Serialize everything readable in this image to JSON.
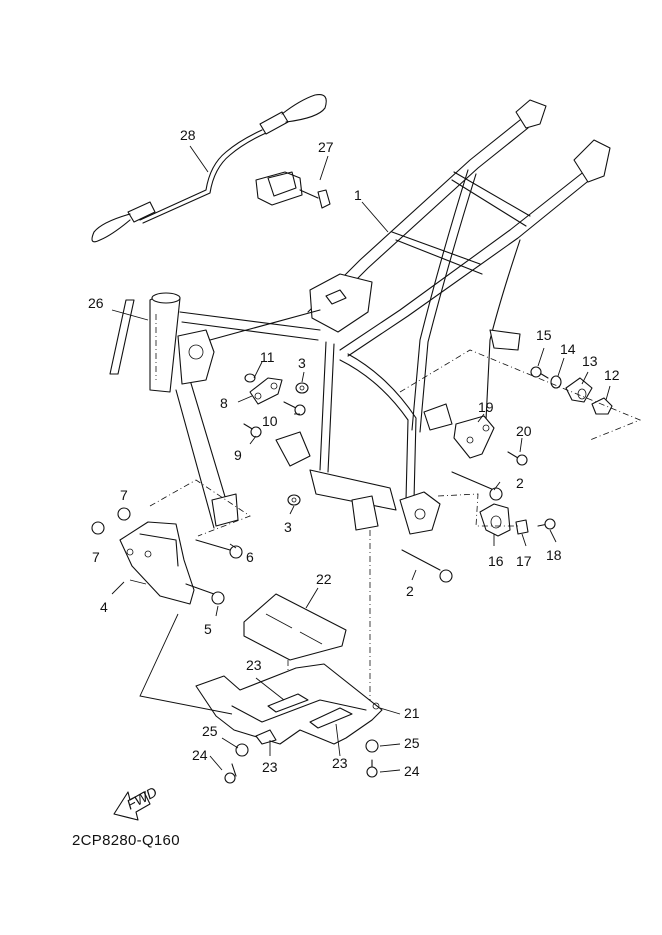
{
  "diagram": {
    "title": "Frame exploded parts view",
    "part_code": "2CP8280-Q160",
    "fwd_label": "FWD",
    "callouts": [
      {
        "id": "c1",
        "text": "1"
      },
      {
        "id": "c2a",
        "text": "2"
      },
      {
        "id": "c2b",
        "text": "2"
      },
      {
        "id": "c3a",
        "text": "3"
      },
      {
        "id": "c3b",
        "text": "3"
      },
      {
        "id": "c4",
        "text": "4"
      },
      {
        "id": "c5",
        "text": "5"
      },
      {
        "id": "c6",
        "text": "6"
      },
      {
        "id": "c7a",
        "text": "7"
      },
      {
        "id": "c7b",
        "text": "7"
      },
      {
        "id": "c8",
        "text": "8"
      },
      {
        "id": "c9",
        "text": "9"
      },
      {
        "id": "c10",
        "text": "10"
      },
      {
        "id": "c11",
        "text": "11"
      },
      {
        "id": "c12",
        "text": "12"
      },
      {
        "id": "c13",
        "text": "13"
      },
      {
        "id": "c14",
        "text": "14"
      },
      {
        "id": "c15",
        "text": "15"
      },
      {
        "id": "c16",
        "text": "16"
      },
      {
        "id": "c17",
        "text": "17"
      },
      {
        "id": "c18",
        "text": "18"
      },
      {
        "id": "c19",
        "text": "19"
      },
      {
        "id": "c20",
        "text": "20"
      },
      {
        "id": "c21",
        "text": "21"
      },
      {
        "id": "c22",
        "text": "22"
      },
      {
        "id": "c23a",
        "text": "23"
      },
      {
        "id": "c23b",
        "text": "23"
      },
      {
        "id": "c23c",
        "text": "23"
      },
      {
        "id": "c24a",
        "text": "24"
      },
      {
        "id": "c24b",
        "text": "24"
      },
      {
        "id": "c25a",
        "text": "25"
      },
      {
        "id": "c25b",
        "text": "25"
      },
      {
        "id": "c26",
        "text": "26"
      },
      {
        "id": "c27",
        "text": "27"
      },
      {
        "id": "c28",
        "text": "28"
      }
    ]
  }
}
